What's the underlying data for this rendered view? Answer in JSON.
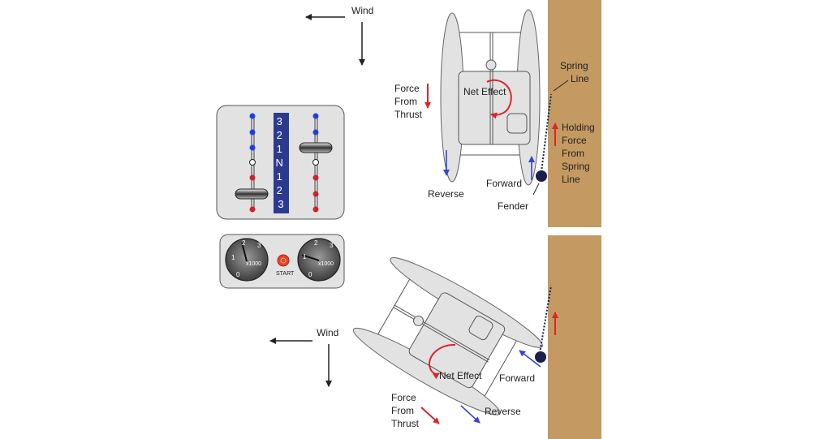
{
  "wind_label": "Wind",
  "top_scene": {
    "spring_line": [
      "Spring",
      "Line"
    ],
    "holding_force": [
      "Holding",
      "Force",
      "From",
      "Spring",
      "Line"
    ],
    "force_from_thrust": [
      "Force",
      "From",
      "Thrust"
    ],
    "net_effect": "Net Effect",
    "forward": "Forward",
    "reverse": "Reverse",
    "fender": "Fender"
  },
  "bottom_scene": {
    "net_effect": "Net Effect",
    "forward": "Forward",
    "reverse": "Reverse",
    "force_from_thrust": [
      "Force",
      "From",
      "Thrust"
    ]
  },
  "throttle_panel": {
    "gear_labels": [
      "3",
      "2",
      "1",
      "N",
      "1",
      "2",
      "3"
    ]
  },
  "gauge_panel": {
    "left_gauge": {
      "ticks": [
        "0",
        "1",
        "2",
        "3"
      ],
      "unit": "x1000"
    },
    "right_gauge": {
      "ticks": [
        "0",
        "1",
        "2",
        "3"
      ],
      "unit": "x1000"
    },
    "start_label": "START"
  },
  "colors": {
    "dock": "#c49a62",
    "hull": "#e2e2e2",
    "thrust_arrow": "#d9262b",
    "engine_arrow": "#3546c9",
    "fender": "#1c1f4a",
    "gear_strip": "#2b3a8f",
    "start_button": "#e8441f"
  }
}
